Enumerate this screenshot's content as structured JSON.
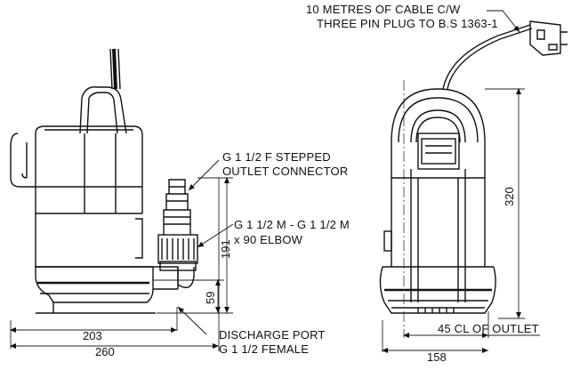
{
  "callouts": {
    "cable_line1": "10 METRES OF CABLE C/W",
    "cable_line2": "THREE PIN PLUG TO B.S 1363-1",
    "outlet_line1": "G 1 1/2 F STEPPED",
    "outlet_line2": "OUTLET CONNECTOR",
    "elbow_line1": "G 1 1/2 M - G 1 1/2 M",
    "elbow_line2": "x 90 ELBOW",
    "discharge_line1": "DISCHARGE PORT",
    "discharge_line2": "G 1 1/2  FEMALE",
    "cl_outlet": "45 CL OF OUTLET"
  },
  "dimensions": {
    "width_203": "203",
    "width_260": "260",
    "height_191": "191",
    "height_59": "59",
    "height_320": "320",
    "width_158": "158"
  },
  "colors": {
    "line": "#111111",
    "thin": "#333333"
  }
}
